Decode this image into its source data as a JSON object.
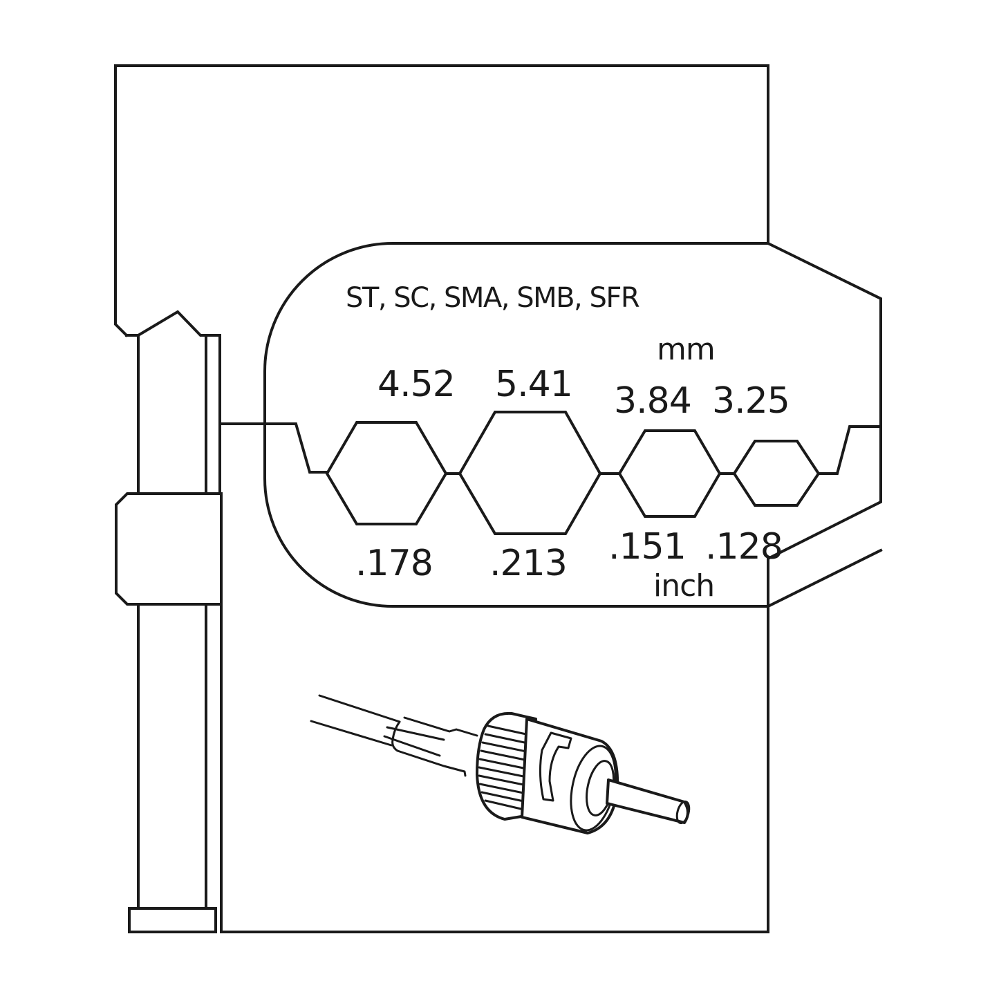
{
  "diagram": {
    "subject": "Crimp die insert for fiber optic connectors",
    "connector_types": "ST, SC, SMA, SMB, SFR",
    "units": {
      "metric": "mm",
      "imperial": "inch"
    },
    "cavities": [
      {
        "mm": "4.52",
        "inch": ".178"
      },
      {
        "mm": "5.41",
        "inch": ".213"
      },
      {
        "mm": "3.84",
        "inch": ".151"
      },
      {
        "mm": "3.25",
        "inch": ".128"
      }
    ],
    "illustration": "st-fiber-optic-connector",
    "colors": {
      "line": "#1a1a1a",
      "background": "#ffffff"
    }
  }
}
